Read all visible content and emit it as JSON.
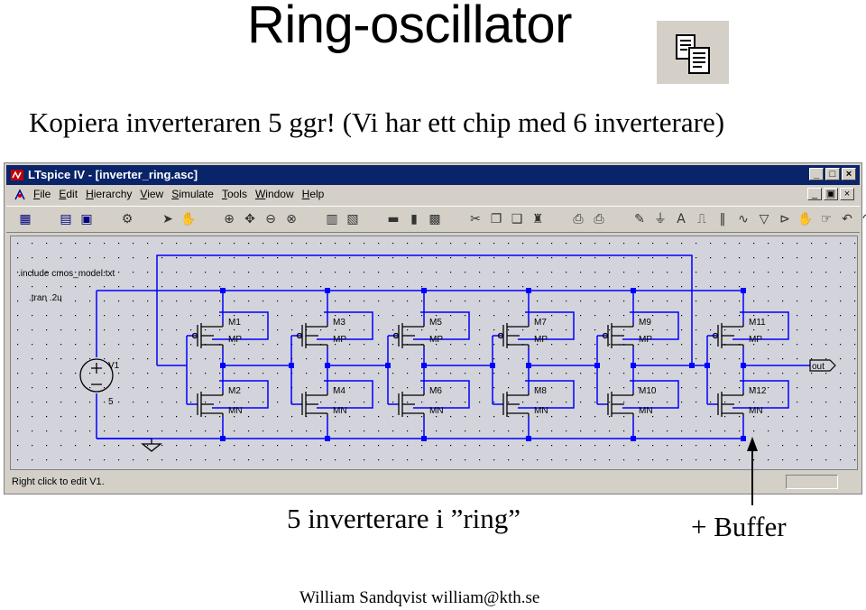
{
  "slide": {
    "title": "Ring-oscillator",
    "subtitle": "Kopiera inverteraren 5 ggr! (Vi har ett chip med 6 inverterare)",
    "caption_main": "5 inverterare i ”ring”",
    "caption_buffer": "+ Buffer",
    "footer": "William Sandqvist  william@kth.se",
    "copy_icon": "copy-paste-icon"
  },
  "window": {
    "title": "LTspice IV - [inverter_ring.asc]",
    "title_controls": [
      "_",
      "□",
      "×"
    ],
    "mdi_controls": [
      "_",
      "▣",
      "×"
    ],
    "menu": [
      "File",
      "Edit",
      "Hierarchy",
      "View",
      "Simulate",
      "Tools",
      "Window",
      "Help"
    ],
    "status_text": "Right click to edit V1."
  },
  "toolbar": [
    "new-schematic-icon",
    "open-icon",
    "save-icon",
    "control-panel-icon",
    "run-icon",
    "halt-icon",
    "zoom-in-icon",
    "pan-icon",
    "zoom-out-icon",
    "zoom-cancel-icon",
    "autorange-icon",
    "waveform-icon",
    "tile-horizontal-icon",
    "tile-vertical-icon",
    "cascade-icon",
    "cut-icon",
    "copy-icon",
    "paste-icon",
    "find-icon",
    "print-setup-icon",
    "print-icon",
    "draw-wire-icon",
    "ground-icon",
    "label-net-icon",
    "resistor-icon",
    "capacitor-icon",
    "inductor-icon",
    "diode-icon",
    "component-icon",
    "move-icon",
    "drag-icon",
    "undo-icon",
    "redo-icon",
    "rotate-icon"
  ],
  "schematic": {
    "directive_include": ".include cmos_model.txt",
    "directive_tran": ".tran .2u",
    "source_name": "V1",
    "source_value": "5",
    "output_label": "out",
    "inverters": [
      {
        "pmos": "M1",
        "pmos_model": "MP",
        "nmos": "M2",
        "nmos_model": "MN"
      },
      {
        "pmos": "M3",
        "pmos_model": "MP",
        "nmos": "M4",
        "nmos_model": "MN"
      },
      {
        "pmos": "M5",
        "pmos_model": "MP",
        "nmos": "M6",
        "nmos_model": "MN"
      },
      {
        "pmos": "M7",
        "pmos_model": "MP",
        "nmos": "M8",
        "nmos_model": "MN"
      },
      {
        "pmos": "M9",
        "pmos_model": "MP",
        "nmos": "M10",
        "nmos_model": "MN"
      },
      {
        "pmos": "M11",
        "pmos_model": "MP",
        "nmos": "M12",
        "nmos_model": "MN"
      }
    ],
    "colors": {
      "wire": "#0000ff",
      "background": "#d3d3dc",
      "component": "#000000"
    }
  }
}
